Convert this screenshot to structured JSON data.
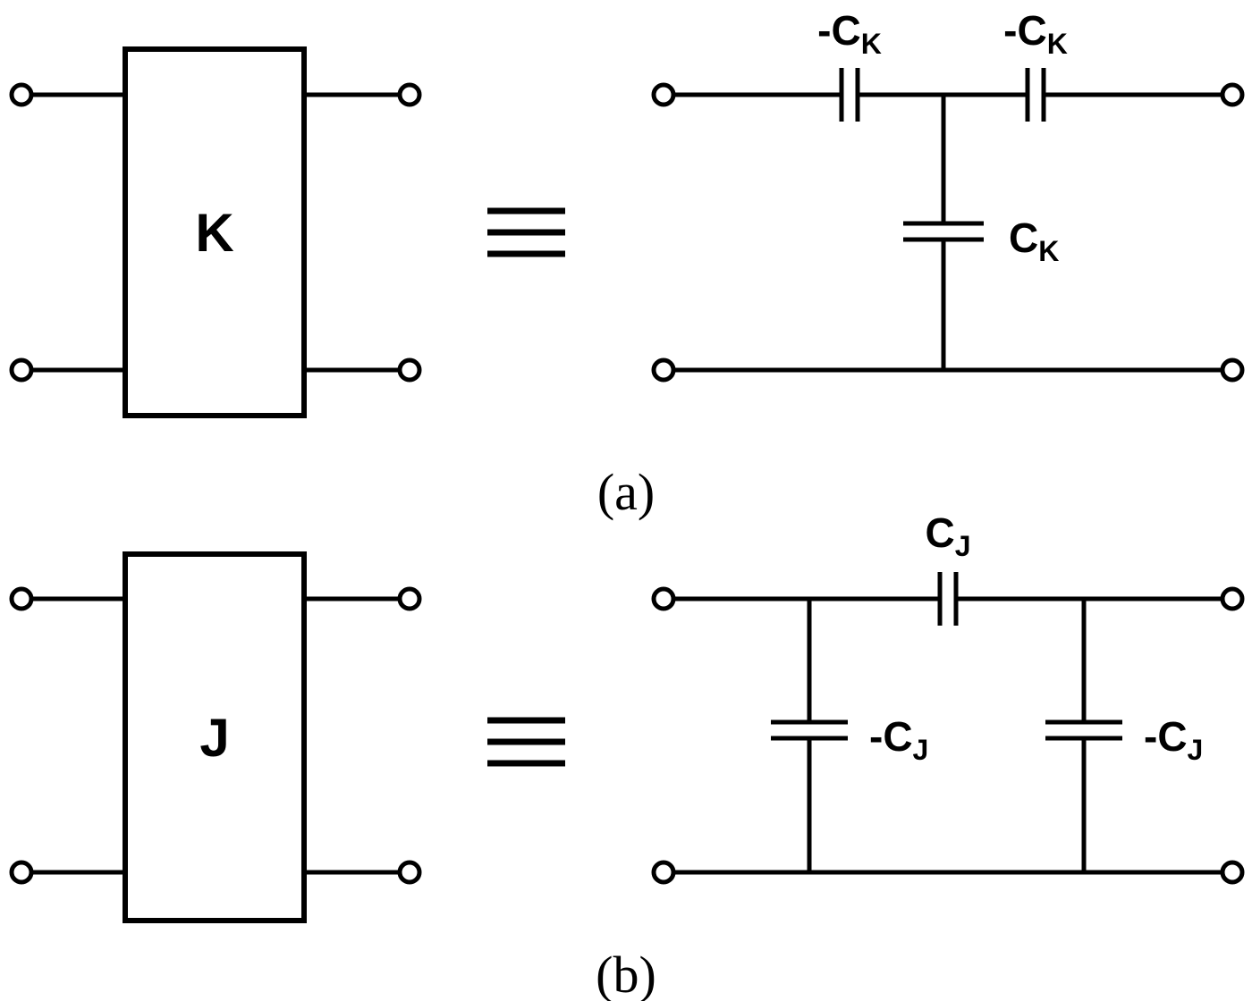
{
  "figure": {
    "equivalence_symbol": "≡",
    "colors": {
      "stroke": "#000000",
      "background": "#ffffff"
    },
    "panel_a": {
      "caption": "(a)",
      "box_label": "K",
      "series_cap_left_label": {
        "main": "-C",
        "sub": "K"
      },
      "series_cap_right_label": {
        "main": "-C",
        "sub": "K"
      },
      "shunt_cap_label": {
        "main": "C",
        "sub": "K"
      }
    },
    "panel_b": {
      "caption": "(b)",
      "box_label": "J",
      "series_cap_label": {
        "main": "C",
        "sub": "J"
      },
      "shunt_cap_left_label": {
        "main": "-C",
        "sub": "J"
      },
      "shunt_cap_right_label": {
        "main": "-C",
        "sub": "J"
      }
    }
  }
}
